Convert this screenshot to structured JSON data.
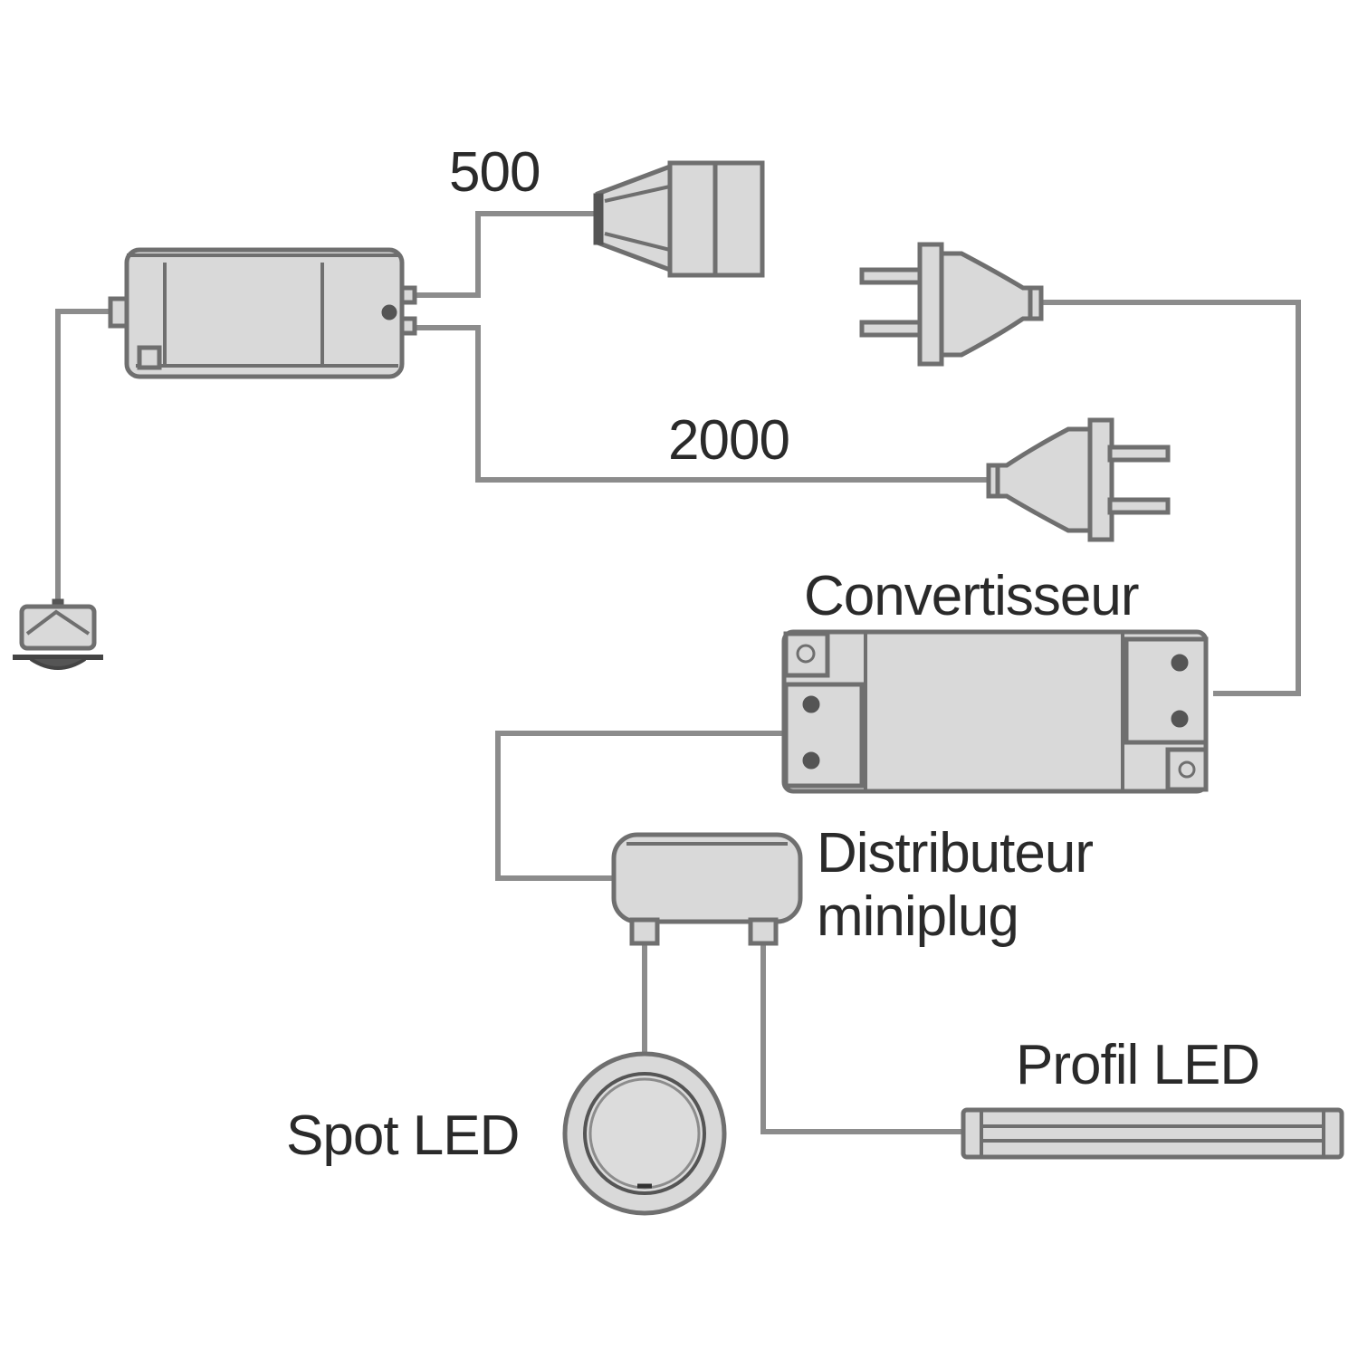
{
  "labels": {
    "cable_500": "500",
    "cable_2000": "2000",
    "converter": "Convertisseur",
    "distributor_line1": "Distributeur",
    "distributor_line2": "miniplug",
    "profile_led": "Profil LED",
    "spot_led": "Spot LED"
  },
  "colors": {
    "wire": "#8c8c8c",
    "body_fill": "#d9d9d9",
    "outline": "#6f6f6f",
    "text": "#2a2a2a"
  }
}
